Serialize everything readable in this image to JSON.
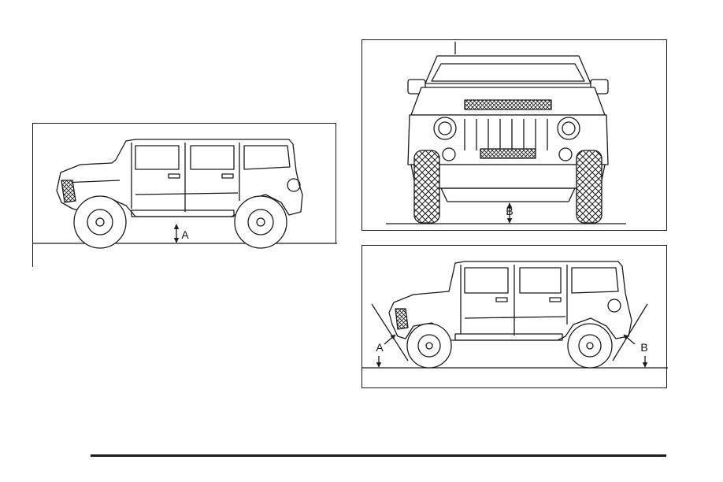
{
  "figure_1": {
    "label_a": "A"
  },
  "figure_2": {
    "label_b": "B"
  },
  "figure_3": {
    "label_a": "A",
    "label_b": "B"
  },
  "colors": {
    "line": "#1a1a1a",
    "paper": "#ffffff"
  },
  "icons": {
    "figure_1": "vehicle-side-view-icon",
    "figure_2": "vehicle-front-view-icon",
    "figure_3": "vehicle-side-view-icon"
  }
}
